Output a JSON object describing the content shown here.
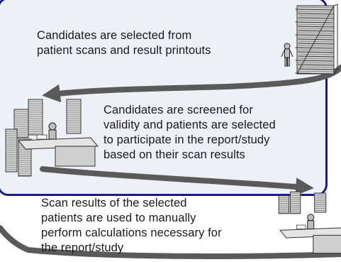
{
  "steps": [
    {
      "text": "Candidates are selected from\npatient scans and result printouts"
    },
    {
      "text": "Candidates are screened for\nvalidity and patients are selected\nto participate in the report/study\nbased on their scan results"
    },
    {
      "text": "Scan results of the selected\npatients are used to manually\nperform calculations necessary for\nthe report/study"
    }
  ],
  "colors": {
    "panel_fill": "#eef0f8",
    "panel_border": "#1b1a86",
    "arrow": "#5a5a5a",
    "text": "#1a1a1a"
  },
  "illustrations": [
    "paper-stack-with-person-icon",
    "desk-with-paper-stacks-icon",
    "desk-with-paper-stacks-icon"
  ]
}
